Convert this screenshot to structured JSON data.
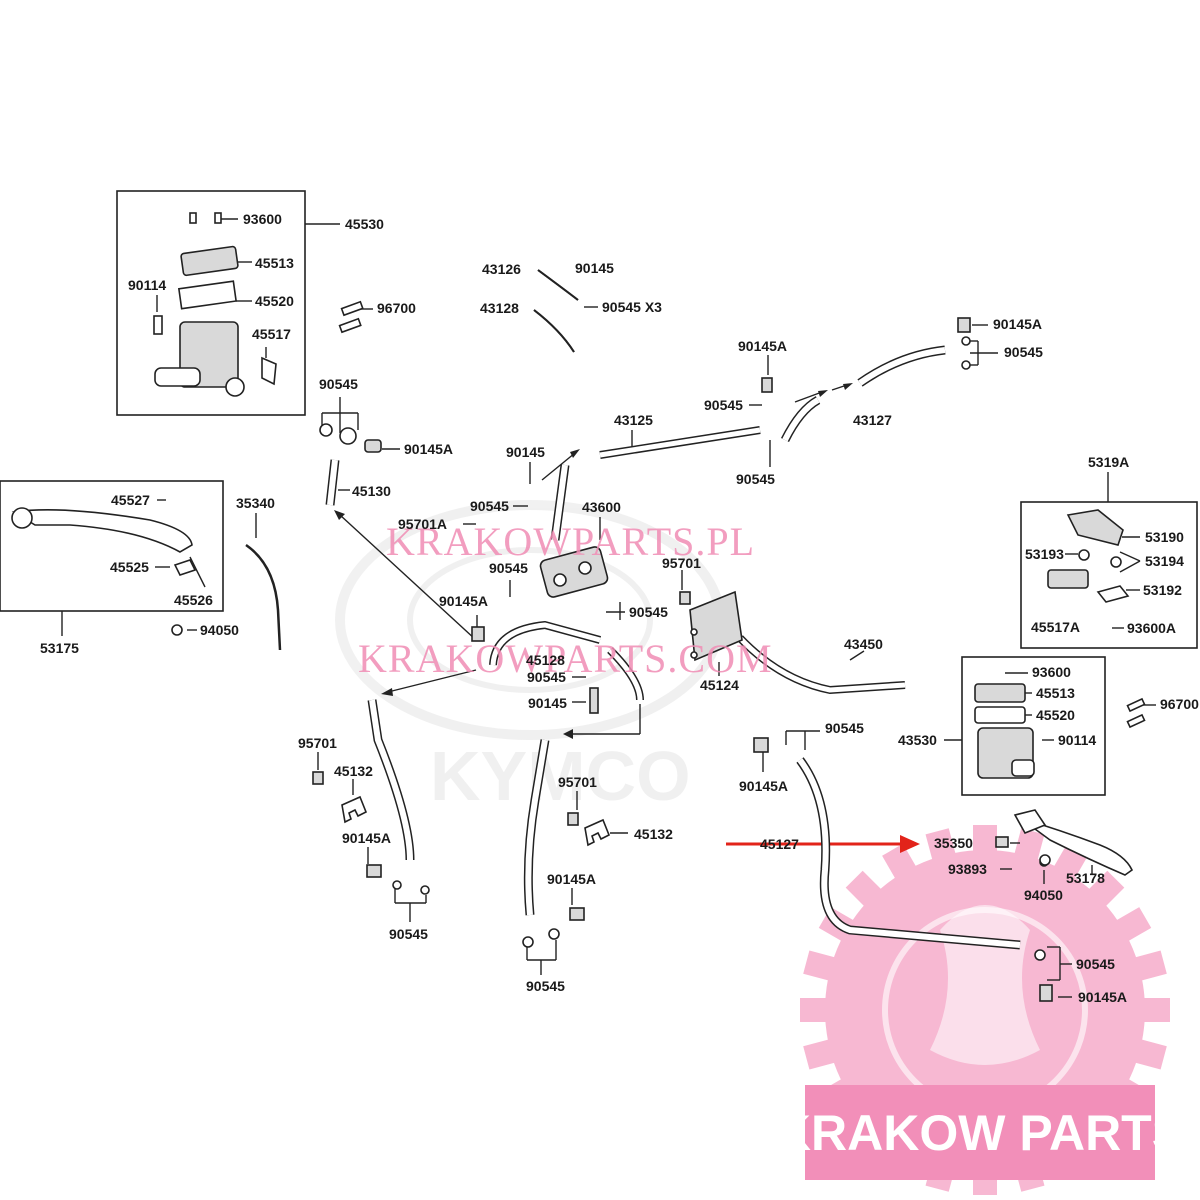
{
  "watermarks": {
    "top": "KRAKOWPARTS.PL",
    "middle": "KRAKOWPARTS.COM",
    "bottom": "KRAKOW PARTS"
  },
  "colors": {
    "watermark_pink": "#f08cb4",
    "logo_pink": "#f7b8d2",
    "arrow_red": "#e2231a",
    "line": "#222222"
  },
  "labels": [
    {
      "id": "l45530",
      "text": "45530"
    },
    {
      "id": "l93600",
      "text": "93600"
    },
    {
      "id": "l45513a",
      "text": "45513"
    },
    {
      "id": "l90114a",
      "text": "90114"
    },
    {
      "id": "l45520a",
      "text": "45520"
    },
    {
      "id": "l45517",
      "text": "45517"
    },
    {
      "id": "l96700a",
      "text": "96700"
    },
    {
      "id": "l43126",
      "text": "43126"
    },
    {
      "id": "l90145a",
      "text": "90145"
    },
    {
      "id": "l43128",
      "text": "43128"
    },
    {
      "id": "l90545x3",
      "text": "90545 X3"
    },
    {
      "id": "l90145Aa",
      "text": "90145A"
    },
    {
      "id": "l90545a",
      "text": "90545"
    },
    {
      "id": "l90145Ab",
      "text": "90145A"
    },
    {
      "id": "l90545b",
      "text": "90545"
    },
    {
      "id": "l43127",
      "text": "43127"
    },
    {
      "id": "l90545c",
      "text": "90545"
    },
    {
      "id": "l90145Ac",
      "text": "90145A"
    },
    {
      "id": "l45130",
      "text": "45130"
    },
    {
      "id": "l43125",
      "text": "43125"
    },
    {
      "id": "l90545d",
      "text": "90545"
    },
    {
      "id": "l90145b",
      "text": "90145"
    },
    {
      "id": "l90545e",
      "text": "90545"
    },
    {
      "id": "l43600",
      "text": "43600"
    },
    {
      "id": "l5319A",
      "text": "5319A"
    },
    {
      "id": "l53190",
      "text": "53190"
    },
    {
      "id": "l53193",
      "text": "53193"
    },
    {
      "id": "l53194",
      "text": "53194"
    },
    {
      "id": "l53192",
      "text": "53192"
    },
    {
      "id": "l45517A",
      "text": "45517A"
    },
    {
      "id": "l93600A",
      "text": "93600A"
    },
    {
      "id": "l45527",
      "text": "45527"
    },
    {
      "id": "l35340",
      "text": "35340"
    },
    {
      "id": "l45525",
      "text": "45525"
    },
    {
      "id": "l45526",
      "text": "45526"
    },
    {
      "id": "l94050a",
      "text": "94050"
    },
    {
      "id": "l53175",
      "text": "53175"
    },
    {
      "id": "l95701Aa",
      "text": "95701A"
    },
    {
      "id": "l90545f",
      "text": "90545"
    },
    {
      "id": "l95701a",
      "text": "95701"
    },
    {
      "id": "l90145Ad",
      "text": "90145A"
    },
    {
      "id": "l90545g",
      "text": "90545"
    },
    {
      "id": "l45128",
      "text": "45128"
    },
    {
      "id": "l90545h",
      "text": "90545"
    },
    {
      "id": "l90145c",
      "text": "90145"
    },
    {
      "id": "l45124",
      "text": "45124"
    },
    {
      "id": "l43450",
      "text": "43450"
    },
    {
      "id": "l93600b",
      "text": "93600"
    },
    {
      "id": "l45513b",
      "text": "45513"
    },
    {
      "id": "l45520b",
      "text": "45520"
    },
    {
      "id": "l43530",
      "text": "43530"
    },
    {
      "id": "l90114b",
      "text": "90114"
    },
    {
      "id": "l96700b",
      "text": "96700"
    },
    {
      "id": "l95701b",
      "text": "95701"
    },
    {
      "id": "l45132a",
      "text": "45132"
    },
    {
      "id": "l90545i",
      "text": "90545"
    },
    {
      "id": "l90145Ae",
      "text": "90145A"
    },
    {
      "id": "l95701c",
      "text": "95701"
    },
    {
      "id": "l45132b",
      "text": "45132"
    },
    {
      "id": "l90145Af",
      "text": "90145A"
    },
    {
      "id": "l90545j",
      "text": "90545"
    },
    {
      "id": "l90145Ag",
      "text": "90145A"
    },
    {
      "id": "l90545k",
      "text": "90545"
    },
    {
      "id": "l90145Ah",
      "text": "90145A"
    },
    {
      "id": "l45127",
      "text": "45127"
    },
    {
      "id": "l35350",
      "text": "35350"
    },
    {
      "id": "l93893",
      "text": "93893"
    },
    {
      "id": "l94050b",
      "text": "94050"
    },
    {
      "id": "l53178",
      "text": "53178"
    },
    {
      "id": "l90545l",
      "text": "90545"
    },
    {
      "id": "l90145Ai",
      "text": "90145A"
    }
  ]
}
